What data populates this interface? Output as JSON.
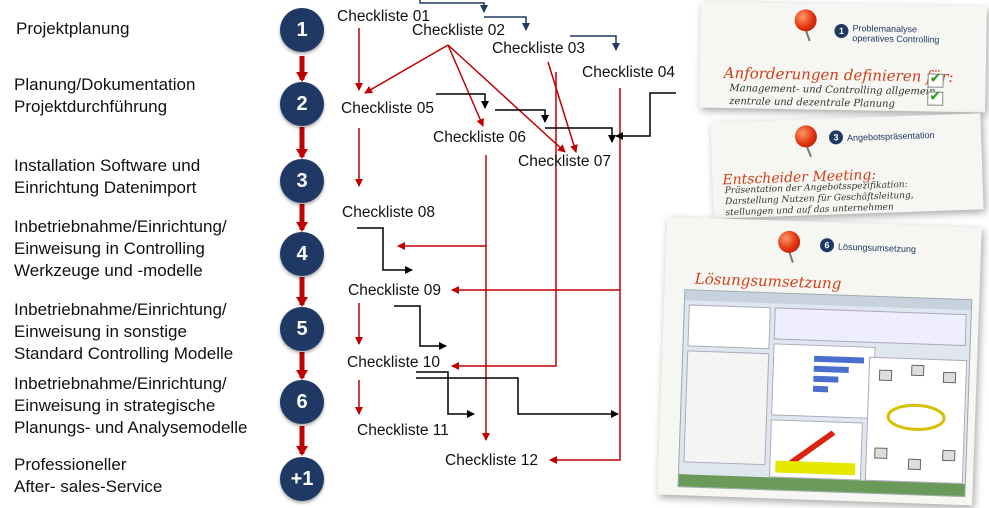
{
  "phases": [
    {
      "num": "1",
      "label": "Projektplanung"
    },
    {
      "num": "2",
      "label": "Planung/Dokumentation\nProjektdurchführung"
    },
    {
      "num": "3",
      "label": "Installation Software und\nEinrichtung Datenimport"
    },
    {
      "num": "4",
      "label": "Inbetriebnahme/Einrichtung/\nEinweisung in Controlling\nWerkzeuge und -modelle"
    },
    {
      "num": "5",
      "label": "Inbetriebnahme/Einrichtung/\nEinweisung in sonstige\nStandard Controlling Modelle"
    },
    {
      "num": "6",
      "label": "Inbetriebnahme/Einrichtung/\nEinweisung in strategische\nPlanungs- und Analysemodelle"
    },
    {
      "num": "+1",
      "label": "Professioneller\nAfter- sales-Service"
    }
  ],
  "checklists": {
    "c01": "Checkliste 01",
    "c02": "Checkliste 02",
    "c03": "Checkliste 03",
    "c04": "Checkliste 04",
    "c05": "Checkliste 05",
    "c06": "Checkliste 06",
    "c07": "Checkliste 07",
    "c08": "Checkliste 08",
    "c09": "Checkliste 09",
    "c10": "Checkliste 10",
    "c11": "Checkliste 11",
    "c12": "Checkliste 12"
  },
  "cards": {
    "card1": {
      "num": "1",
      "title": "Problemanalyse\noperatives Controlling",
      "heading": "Anforderungen definieren für:",
      "lines": "Management- und Controlling allgemein\nzentrale und dezentrale Planung\n...fortlegen"
    },
    "card3": {
      "num": "3",
      "title": "Angebotspräsentation",
      "heading": "Entscheider Meeting:",
      "lines": "Präsentation der Angebotsspezifikation:\nDarstellung Nutzen für Geschäftsleitung,\nstellungen und auf das unternehmen\n...Controlling"
    },
    "card6": {
      "num": "6",
      "title": "Lösungsumsetzung",
      "heading": "Lösungsumsetzung"
    }
  },
  "colors": {
    "circle": "#1f3864",
    "red_arrow": "#c00000",
    "navy_arrow": "#1f3864",
    "black_arrow": "#000000"
  }
}
